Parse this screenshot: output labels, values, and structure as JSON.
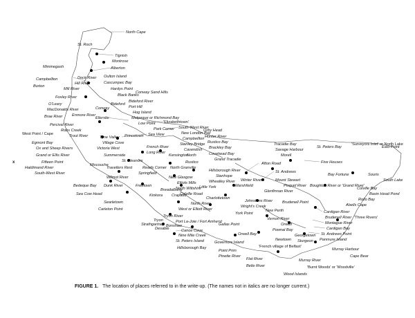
{
  "figure": {
    "label": "FIGURE 1.",
    "caption": "The location of places referred to in the write-up. (The names not in italics are no longer current.)",
    "axis_mark": "x"
  },
  "places": [
    "North Cape",
    "St. Roch",
    "Tignish",
    "Miminegash",
    "Montrose",
    "Alberton",
    "Dock River",
    "Oulton Island",
    "Campbellton",
    "Hill River",
    "Cascumpec Bay",
    "Burton",
    "Mill River",
    "Hardys Point",
    "Foxley River",
    "Black Banks",
    "Conway Sand Hills",
    "O'Leary",
    "MacDonalds River",
    "Conway",
    "Bideford River",
    "Port Hill",
    "Bideford",
    "Brae River",
    "Enmore River",
    "Hog Island",
    "Malpeque or Richmond Bay",
    "Ellerslie",
    "Low Point",
    "'Elizabethtown'",
    "Percival River",
    "Robs Creek",
    "West Point / Cape",
    "Trout River",
    "Park Corner",
    "Sea View",
    "South-West River",
    "New London Bay",
    "Orby Head",
    "Tyne Valley",
    "Village Cove",
    "Egmont Bay",
    "Princetown",
    "Campbellton",
    "Hunter River",
    "Ox and Sheep Rivers",
    "Victoria West",
    "French River",
    "Stanley Bridge",
    "Rustico Bay",
    "Long River",
    "Cavendish",
    "Brackley Bay",
    "Tracadie Bay",
    "Savage Harbour",
    "St. Peters Bay",
    "'Surveyors Inlet' or North Lake",
    "East Point",
    "Grand or Ellis River",
    "Summerside",
    "St. Eleanors",
    "Kensington",
    "North",
    "Covehead Bay",
    "Morell",
    "Fifteen Point",
    "Haldimand River",
    "South-West River",
    "Miscouche",
    "Travellers Rest",
    "Reads Corner",
    "North Granville",
    "Springfield",
    "Grand Tracadie",
    "Afton Road",
    "St. Andrews",
    "Five Houses",
    "Wilmot River",
    "Rustico",
    "Stanhope",
    "Bay Fortune",
    "Souris",
    "South Lake",
    "Bedeque Bay",
    "Dunk River",
    "New Glasgow",
    "Elliots Mills",
    "Wheatley River",
    "Winter River",
    "Mount Stewart",
    "Colville Bay",
    "Basin Head Pond",
    "Little York",
    "Hillsborough River",
    "Marshfield",
    "Pisquid River",
    "Glenfinnan River",
    "Boughton River or 'Grand River'",
    "Rollo Bay",
    "Sea Cow Head",
    "Freetown",
    "North Wiltshire",
    "Colville Road",
    "Charlottetown",
    "Wright's Creek",
    "Abells Cape",
    "Kinkora",
    "Crapaud",
    "Breadalbane",
    "Brudenell Point",
    "Cardigan River",
    "Searletown",
    "Carleton Point",
    "Tryon River",
    "North River",
    "West or Elliott River",
    "York Point",
    "New Perth",
    "Brudenell River",
    "Tryon",
    "Johnstons River",
    "Montague River",
    "'Three Rivers'",
    "Desable",
    "Strathgartney",
    "Bonshaw",
    "Port La-Joie / Fort Amherst",
    "Gallas Point",
    "Vernon River",
    "Orwell",
    "Cardigan Bay",
    "Canoe Cove",
    "Nine Mile Creek",
    "St. Peters Island",
    "Governors Island",
    "St. Andrews Point",
    "Hillsborough Bay",
    "Orwell Bay",
    "Pownal Bay",
    "Georgetown",
    "Panmure Island",
    "Point Prim",
    "Newtown",
    "Sturgeon",
    "'French village of Belfast'",
    "Murray Harbour",
    "Pinette River",
    "Flat River",
    "Cape Bear",
    "Murray River",
    "Belle River",
    "'Burnt Woods' or 'Woodville'",
    "Wood Islands"
  ]
}
